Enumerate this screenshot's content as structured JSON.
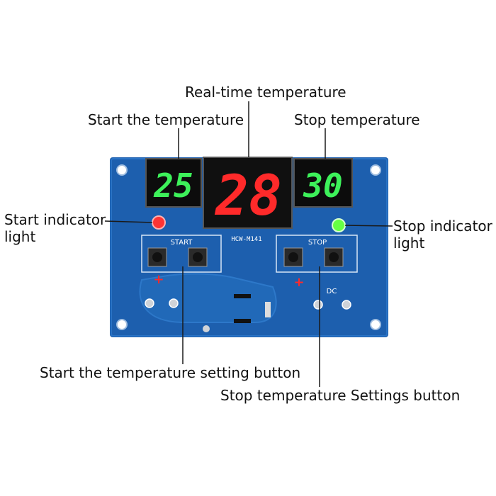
{
  "callouts": {
    "realtime": "Real-time temperature",
    "start_temperature": "Start the temperature",
    "stop_temperature": "Stop temperature",
    "start_light_1": "Start indicator",
    "start_light_2": "light",
    "stop_light_1": "Stop indicator",
    "stop_light_2": "light",
    "start_button": "Start the temperature setting button",
    "stop_button": "Stop temperature Settings button"
  },
  "board": {
    "model": "HCW-M141",
    "start_label": "START",
    "stop_label": "STOP",
    "dc_label": "DC",
    "plus": "+",
    "minus": "−",
    "display_start": "25",
    "display_realtime": "28",
    "display_stop": "30"
  },
  "colors": {
    "pcb": "#1d5fae",
    "start_digits": "#3df15a",
    "realtime_digits": "#ff2a2a",
    "stop_digits": "#3df15a",
    "start_led": "#ff3333",
    "stop_led": "#66ff44"
  }
}
